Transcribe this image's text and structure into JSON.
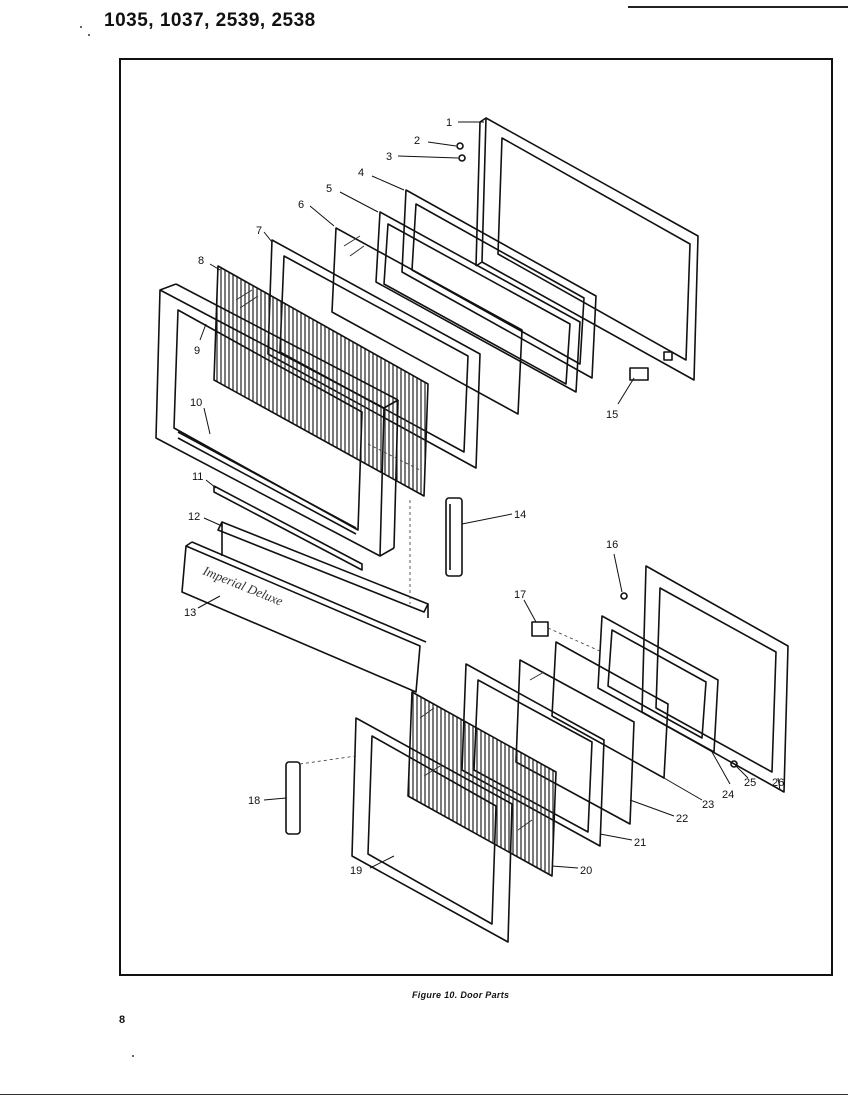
{
  "header": {
    "models": "1035, 1037, 2539, 2538"
  },
  "figure": {
    "caption": "Figure 10.  Door Parts"
  },
  "page": {
    "number": "8"
  },
  "logo": {
    "text": "Imperial Deluxe"
  },
  "callouts": [
    "1",
    "2",
    "3",
    "4",
    "5",
    "6",
    "7",
    "8",
    "9",
    "10",
    "11",
    "12",
    "13",
    "14",
    "15",
    "16",
    "17",
    "18",
    "19",
    "20",
    "21",
    "22",
    "23",
    "24",
    "25",
    "26"
  ]
}
